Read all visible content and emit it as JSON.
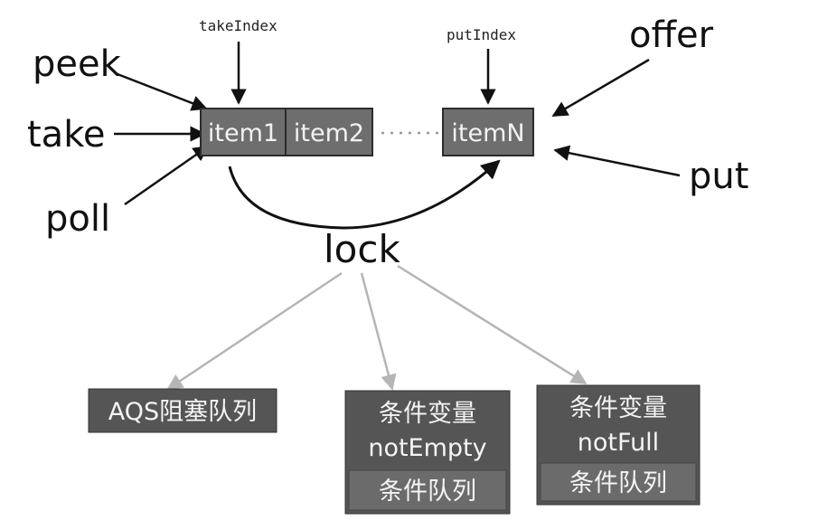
{
  "operations": {
    "peek": "peek",
    "take": "take",
    "poll": "poll",
    "offer": "offer",
    "put": "put"
  },
  "indices": {
    "take_index": "takeIndex",
    "put_index": "putIndex"
  },
  "queue": {
    "items": [
      "item1",
      "item2",
      "itemN"
    ]
  },
  "lock": {
    "label": "lock"
  },
  "queues": {
    "aqs": {
      "label": "AQS阻塞队列"
    },
    "not_empty": {
      "title": "条件变量",
      "name": "notEmpty",
      "queue_label": "条件队列"
    },
    "not_full": {
      "title": "条件变量",
      "name": "notFull",
      "queue_label": "条件队列"
    }
  },
  "colors": {
    "cell_fill": "#6e6e6e",
    "box_fill": "#555555",
    "inner_fill": "#6b6b6b",
    "gray_arrow": "#b5b5b5",
    "black_arrow": "#111111"
  }
}
